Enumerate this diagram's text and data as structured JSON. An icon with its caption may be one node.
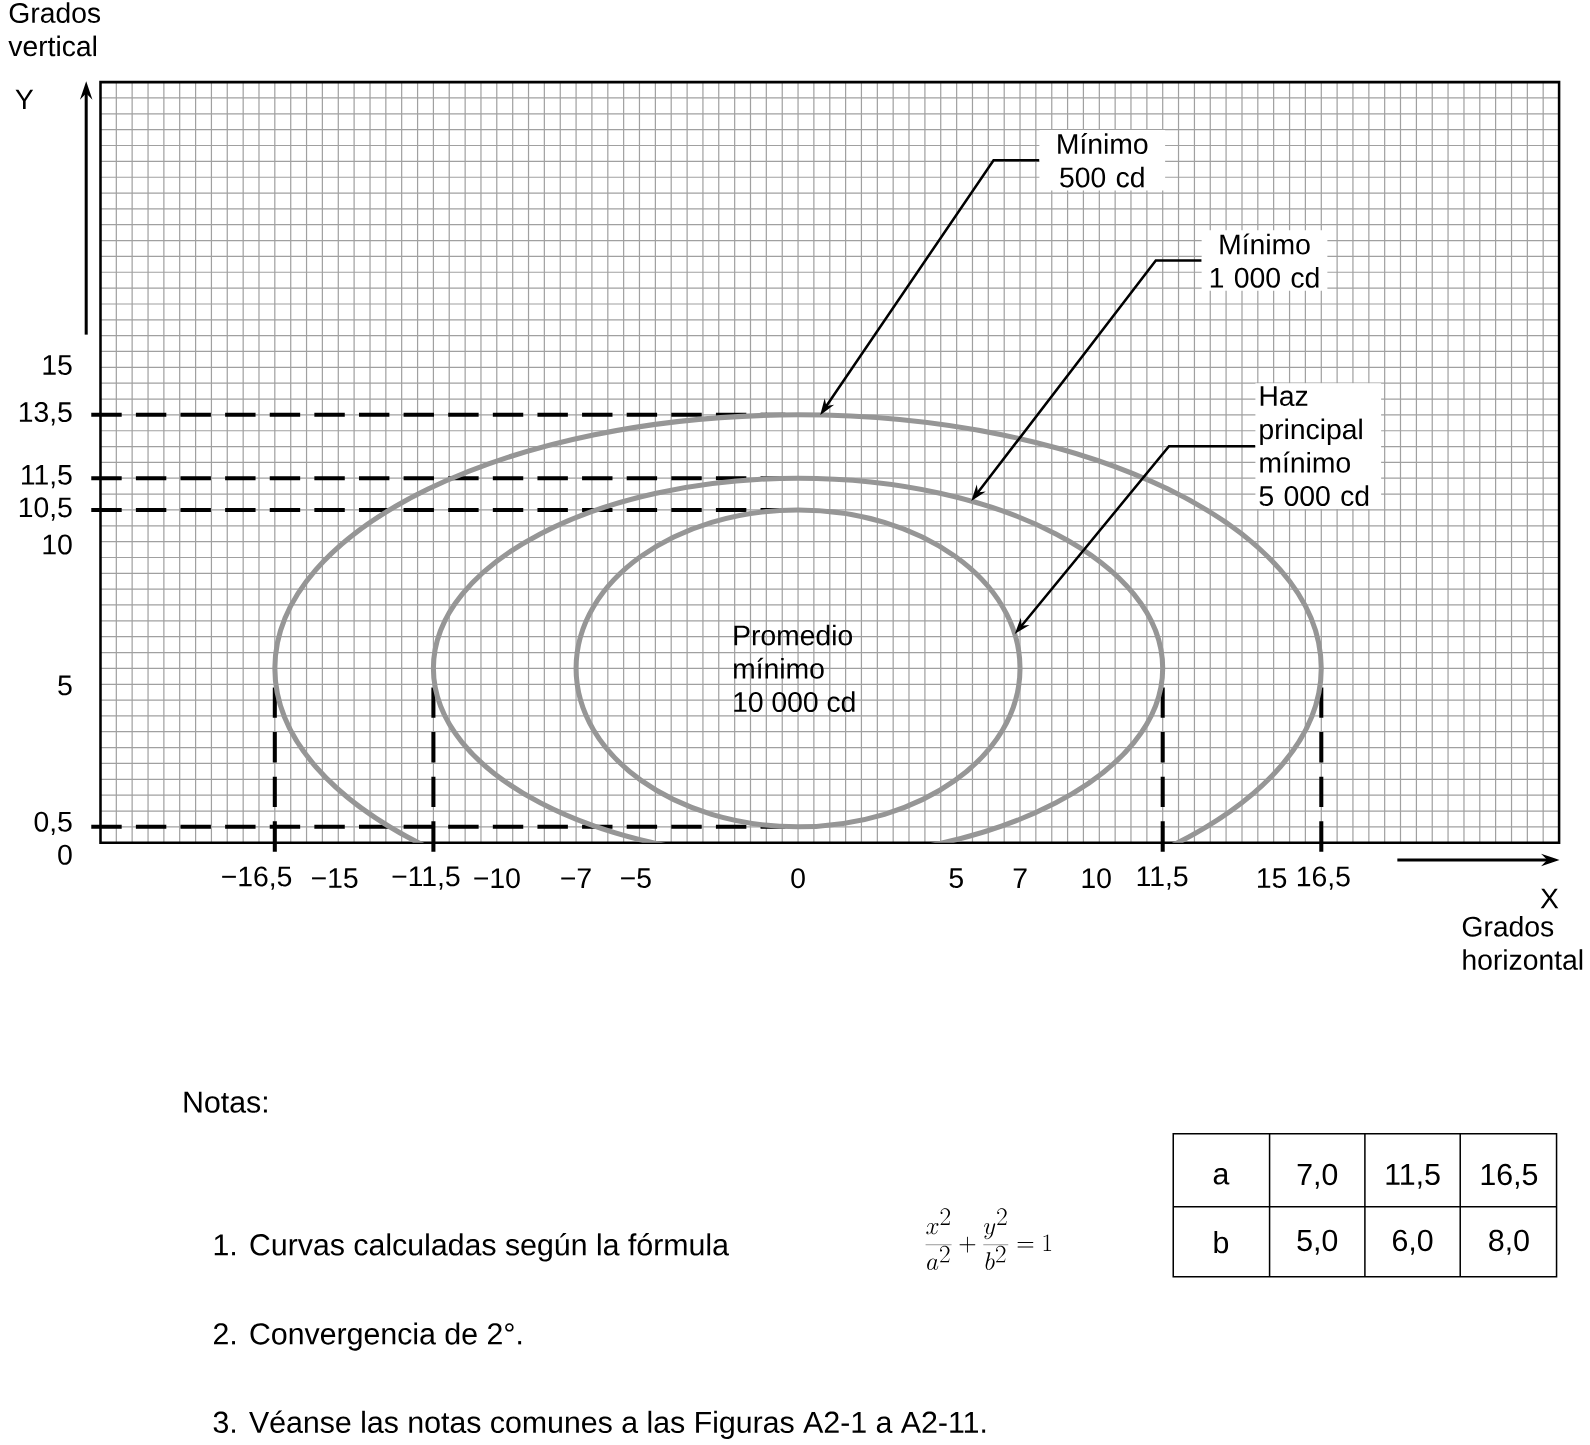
{
  "diagram": {
    "nodes": [
      {
        "text": [],
        "shape": "ellipse"
      },
      {
        "text": [],
        "shape": "ellipse",
        "in": 0
      },
      {
        "text": [
          "Promedio mínimo 10 000 cd"
        ],
        "in": 1
      },
      {
        "text": [
          "Mínimo 500 cd"
        ]
      },
      {
        "text": [
          "Mínimo 1 000 cd"
        ]
      },
      {
        "text": [
          "Haz principal mínimo 5 000 cd"
        ]
      }
    ],
    "edges": [
      {
        "from": 3,
        "to": 0,
        "arrow": "to"
      },
      {
        "from": 4,
        "to": 1,
        "arrow": "to"
      },
      {
        "from": 5,
        "to": 2,
        "arrow": "to"
      }
    ],
    "labels": [
      "Grados vertical",
      "Y",
      "15",
      "13,5",
      "11,5",
      "10,5",
      "10",
      "5",
      "0,5",
      "0",
      "−16,5",
      "−15",
      "−11,5",
      "−10",
      "−7",
      "−5",
      "0",
      "5",
      "7",
      "10",
      "11,5",
      "15",
      "16,5",
      "X",
      "Grados horizontal",
      "Notas:",
      "1.  Curvas calculadas según la fórmula",
      "\\frac{x^{2}}{a^{2}}+\\frac{y^{2}}{b^{2}}=1",
      "a",
      "7,0",
      "11,5",
      "16,5",
      "b",
      "5,0",
      "6,0",
      "8,0",
      "2.  Convergencia de 2°.",
      "3.  Véanse las notas comunes a las Figuras A2-1 a A2-11."
    ]
  }
}
